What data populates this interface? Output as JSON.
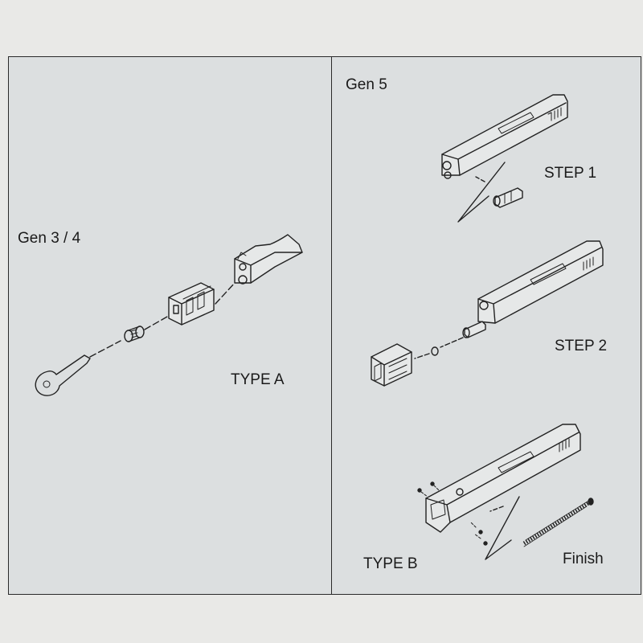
{
  "left": {
    "title": "Gen 3 / 4",
    "type_label": "TYPE  A"
  },
  "right": {
    "title": "Gen 5",
    "steps": [
      {
        "label": "STEP 1"
      },
      {
        "label": "STEP 2"
      }
    ],
    "type_label": "TYPE  B",
    "finish_label": "Finish"
  }
}
